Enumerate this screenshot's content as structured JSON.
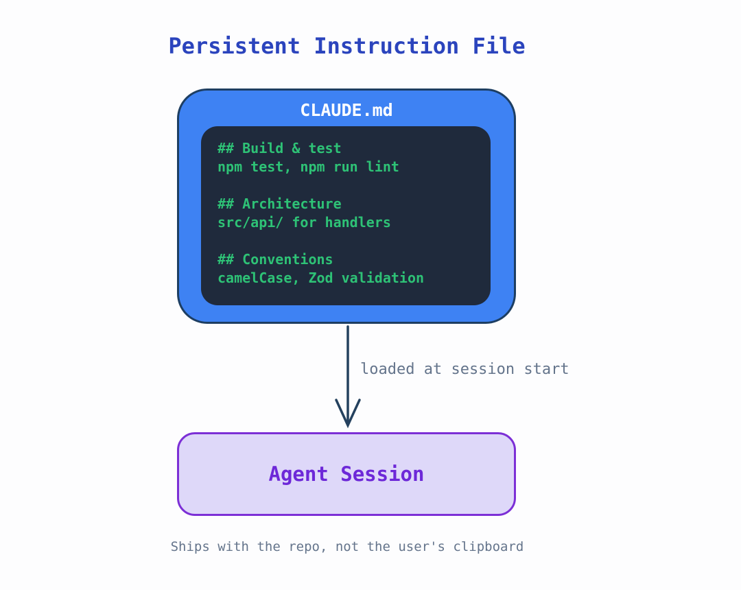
{
  "page": {
    "title": "Persistent Instruction File",
    "caption": "Ships with the repo, not the user's clipboard"
  },
  "claude_card": {
    "title": "CLAUDE.md",
    "code_lines": [
      "## Build & test",
      "npm test, npm run lint",
      "",
      "## Architecture",
      "src/api/ for handlers",
      "",
      "## Conventions",
      "camelCase, Zod validation"
    ]
  },
  "arrow": {
    "label": "loaded at session start"
  },
  "agent_card": {
    "label": "Agent Session"
  },
  "colors": {
    "title_blue": "#2b44bd",
    "card_fill_blue": "#3e82f3",
    "card_border_navy": "#1d3e62",
    "code_block_bg": "#1f2a3c",
    "code_text_green": "#2ec276",
    "arrow_navy": "#24415e",
    "muted_slate": "#64748b",
    "agent_fill_lavender": "#ded8f9",
    "agent_border_purple": "#7c2fd6",
    "agent_text_purple": "#6d28d8",
    "background": "#fdfdfe"
  }
}
